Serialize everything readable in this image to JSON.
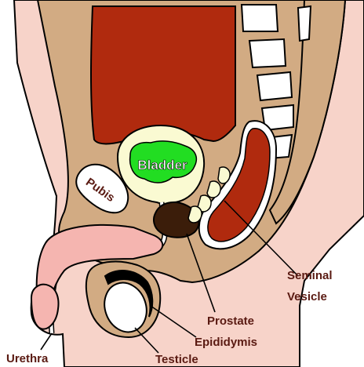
{
  "labels": {
    "bladder": "Bladder",
    "pubis": "Pubis",
    "seminal_vesicle_line1": "Seminal",
    "seminal_vesicle_line2": "Vesicle",
    "prostate": "Prostate",
    "epididymis": "Epididymis",
    "testicle": "Testicle",
    "urethra": "Urethra"
  },
  "colors": {
    "skin": "#f7d3c9",
    "tissue": "#d2ab83",
    "rectum": "#b02a0e",
    "bladder_wall": "#fafad2",
    "bladder_fill": "#22dd22",
    "vertebra": "#ffffff",
    "outline": "#000000",
    "label_dark": "#5a1a12",
    "prostate": "#3b1d0a"
  }
}
